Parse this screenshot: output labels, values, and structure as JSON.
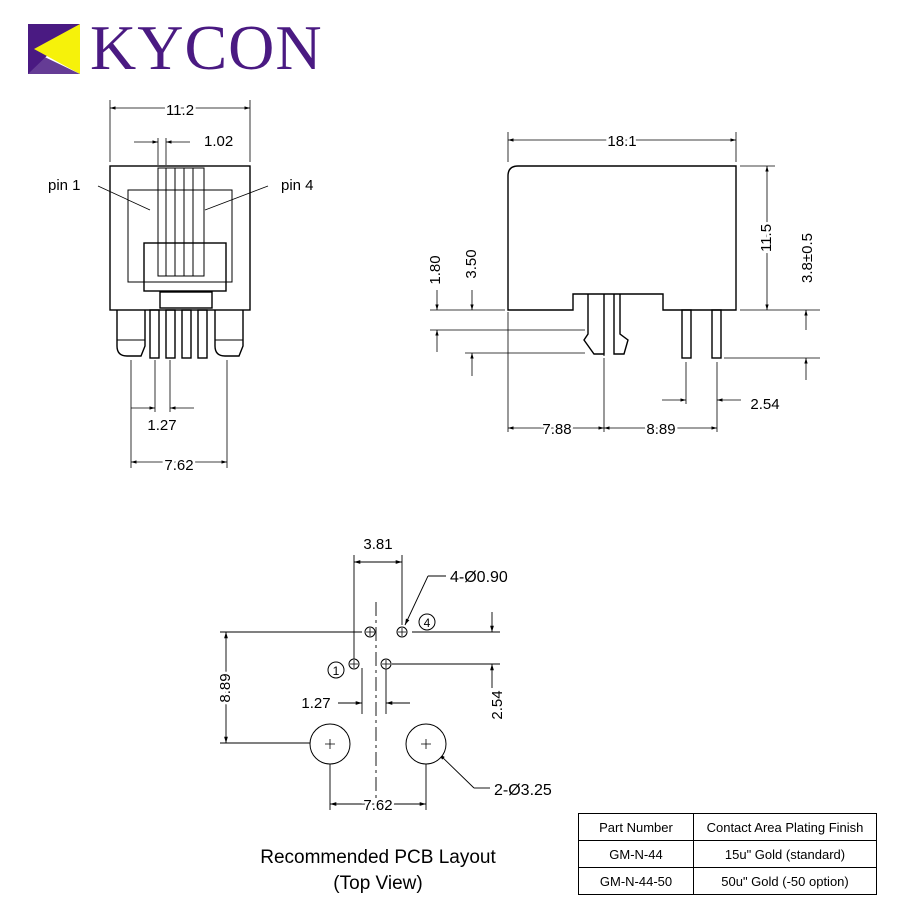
{
  "brand": {
    "name": "KYCON",
    "color_purple": "#4a1a82",
    "color_yellow": "#f6f20a"
  },
  "front_view": {
    "width_dim": "11.2",
    "pin_width_dim": "1.02",
    "pin1_label": "pin 1",
    "pin4_label": "pin 4",
    "pitch_dim": "1.27",
    "span_dim": "7.62"
  },
  "side_view": {
    "length_dim": "18.1",
    "height_dim": "11.5",
    "standoff_dim": "3.8±0.5",
    "dim_180": "1.80",
    "dim_350": "3.50",
    "dim_788": "7.88",
    "dim_889": "8.89",
    "dim_254": "2.54"
  },
  "pcb_layout": {
    "dim_381": "3.81",
    "hole_small": "4-Ø0.90",
    "pin4_marker": "4",
    "pin1_marker": "1",
    "dim_889": "8.89",
    "dim_127": "1.27",
    "dim_254": "2.54",
    "hole_large": "2-Ø3.25",
    "dim_762": "7.62",
    "caption_line1": "Recommended PCB Layout",
    "caption_line2": "(Top View)"
  },
  "parts_table": {
    "headers": [
      "Part Number",
      "Contact Area Plating Finish"
    ],
    "rows": [
      [
        "GM-N-44",
        "15u\" Gold (standard)"
      ],
      [
        "GM-N-44-50",
        "50u\" Gold (-50 option)"
      ]
    ]
  }
}
